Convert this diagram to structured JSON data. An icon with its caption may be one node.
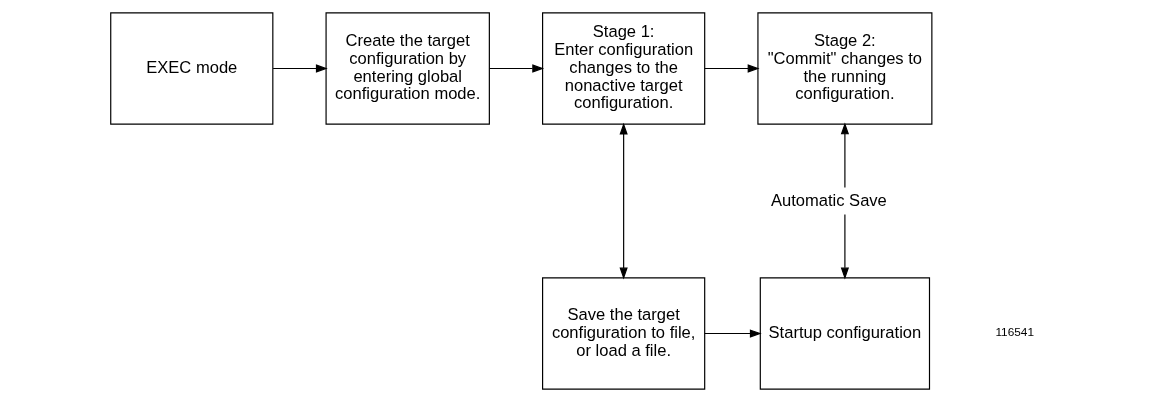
{
  "diagram": {
    "nodes": [
      {
        "text": [
          "EXEC mode"
        ]
      },
      {
        "text": [
          "Create the target configuration by entering global configuration mode."
        ]
      },
      {
        "text": [
          "Stage 1:",
          "Enter configuration changes to the nonactive target configuration."
        ]
      },
      {
        "text": [
          "Stage 2:",
          "\"Commit\" changes to the running configuration."
        ]
      },
      {
        "text": [
          "Save the target configuration to file, or load a file."
        ]
      },
      {
        "text": [
          "Startup configuration"
        ]
      }
    ],
    "edges": [
      {
        "from": 0,
        "to": 1,
        "arrow": "to"
      },
      {
        "from": 1,
        "to": 2,
        "arrow": "to"
      },
      {
        "from": 2,
        "to": 3,
        "arrow": "to"
      },
      {
        "from": 2,
        "to": 4,
        "arrow": "both"
      },
      {
        "from": 4,
        "to": 5,
        "arrow": "to"
      },
      {
        "from": 3,
        "to": 5,
        "arrow": "both",
        "label": "Automatic Save"
      }
    ],
    "labels": [
      "116541"
    ]
  }
}
